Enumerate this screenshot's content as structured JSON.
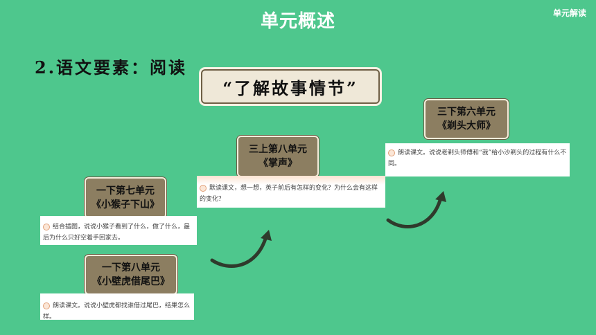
{
  "header": {
    "title": "单元概述",
    "corner_tag": "单元解读"
  },
  "section": {
    "heading": "2.语文要素：阅读",
    "theme": "“了解故事情节”"
  },
  "units": [
    {
      "grade": "一下第七单元",
      "lesson": "《小猴子下山》",
      "task": "结合插图，说说小猴子看到了什么，做了什么，最后为什么只好空着手回家去。"
    },
    {
      "grade": "一下第八单元",
      "lesson": "《小壁虎借尾巴》",
      "task": "朗读课文。说说小壁虎都找谁借过尾巴，结果怎么样。"
    },
    {
      "grade": "三上第八单元",
      "lesson": "《掌声》",
      "task": "默读课文，想一想，英子前后有怎样的变化？为什么会有这样的变化？"
    },
    {
      "grade": "三下第六单元",
      "lesson": "《剃头大师》",
      "task": "朗读课文。说说老剃头师傅和“我”给小沙剃头的过程有什么不同。"
    }
  ],
  "colors": {
    "background": "#4ec78d",
    "unit_box": "#8c7e61",
    "arrow": "#2f3a2c"
  }
}
